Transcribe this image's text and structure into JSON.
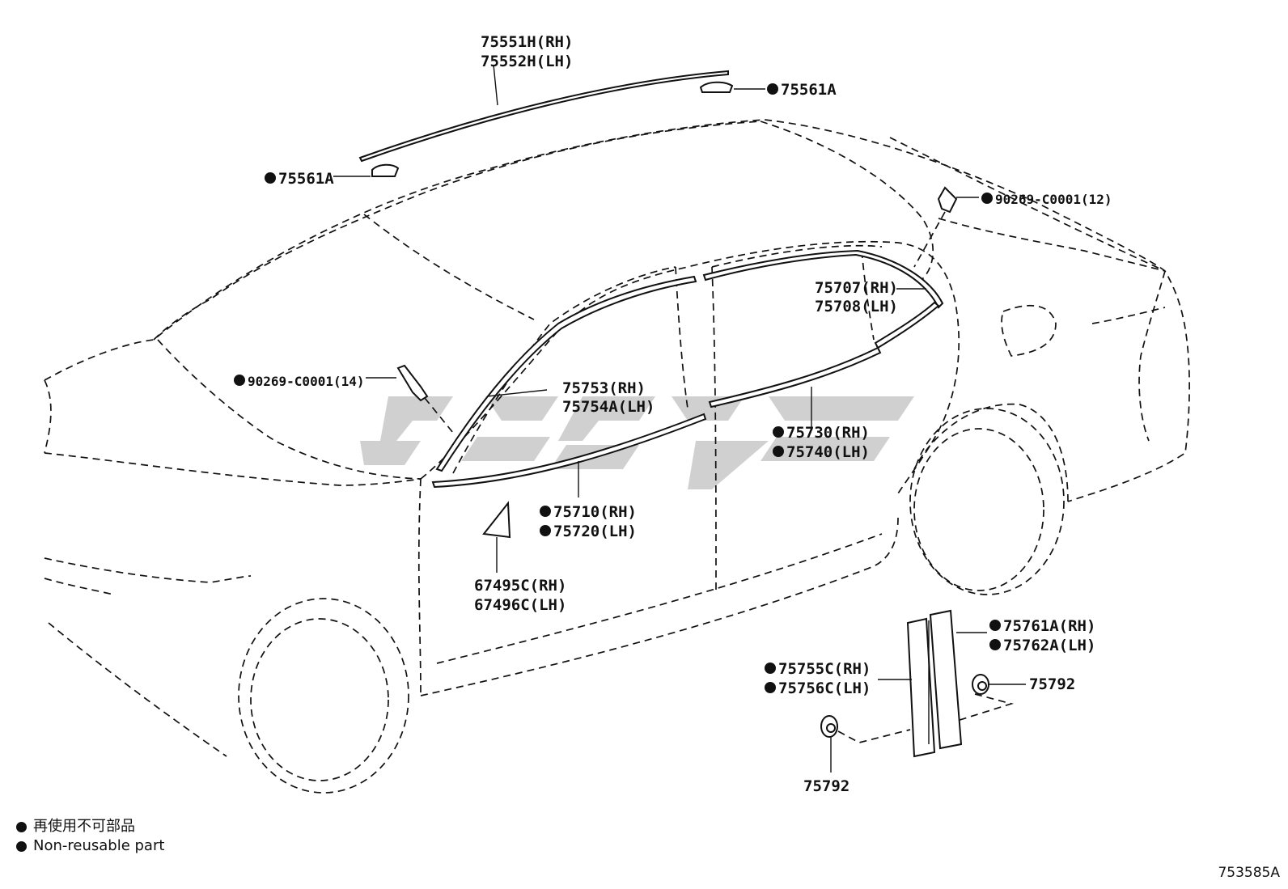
{
  "labels": {
    "roof_molding_rh": "75551H(RH)",
    "roof_molding_lh": "75552H(LH)",
    "clip_top_right": "75561A",
    "clip_top_left": "75561A",
    "rivet_rear": "90269-C0001(12)",
    "rear_door_frame_rh": "75707(RH)",
    "rear_door_frame_lh": "75708(LH)",
    "rivet_front": "90269-C0001(14)",
    "front_door_frame_rh": "75753(RH)",
    "front_door_frame_lh": "75754A(LH)",
    "rear_belt_rh": "75730(RH)",
    "rear_belt_lh": "75740(LH)",
    "front_belt_rh": "75710(RH)",
    "front_belt_lh": "75720(LH)",
    "mirror_cover_rh": "67495C(RH)",
    "mirror_cover_lh": "67496C(LH)",
    "pillar_rear_rh": "75761A(RH)",
    "pillar_rear_lh": "75762A(LH)",
    "pillar_front_rh": "75755C(RH)",
    "pillar_front_lh": "75756C(LH)",
    "clip_right": "75792",
    "clip_bottom": "75792"
  },
  "legend": {
    "japanese": "再使用不可部品",
    "english": "Non-reusable part"
  },
  "diagram_code": "753585A"
}
